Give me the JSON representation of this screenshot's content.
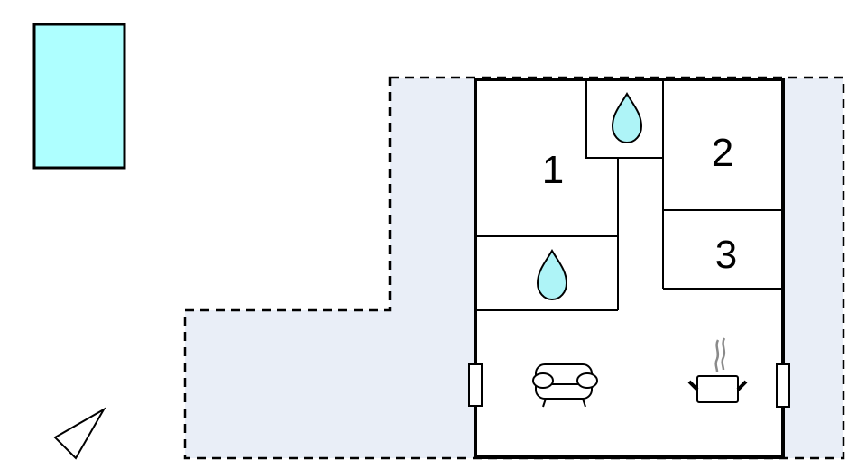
{
  "floorplan": {
    "colors": {
      "pool": "#aeffff",
      "terrace": "#e9eef7",
      "walls": "#000000",
      "water_drop": "#aef4f7",
      "steam": "#8a8a8a",
      "background": "#ffffff"
    },
    "rooms": [
      {
        "id": "bedroom-1",
        "label": "1"
      },
      {
        "id": "bedroom-2",
        "label": "2"
      },
      {
        "id": "bedroom-3",
        "label": "3"
      }
    ],
    "fixtures": {
      "bathroom_upper": "water-drop-icon",
      "bathroom_lower": "water-drop-icon",
      "living_room": "sofa-icon",
      "kitchen": "cooking-pot-icon"
    },
    "outdoor": {
      "pool": "pool",
      "terrace": "terrace",
      "compass": "north-arrow"
    }
  }
}
